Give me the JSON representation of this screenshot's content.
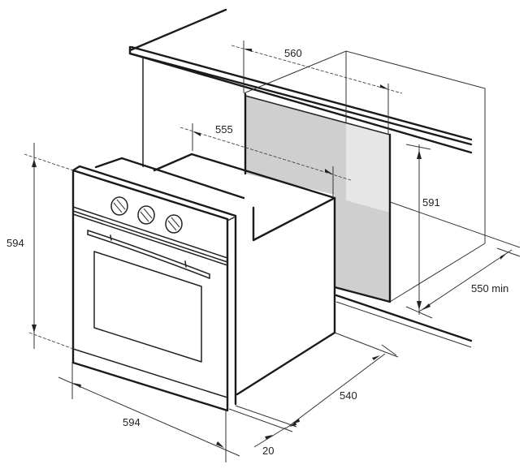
{
  "diagram": {
    "subject": "Built-in oven installation dimensions",
    "colors": {
      "line": "#1a1a1a",
      "panel_dark": "#cfcfcf",
      "panel_light": "#e6e6e6",
      "background": "#ffffff"
    },
    "dimensions": {
      "niche_width": "560",
      "niche_depth_top": "555",
      "niche_height": "591",
      "niche_depth_min": "550 min",
      "oven_height": "594",
      "oven_width": "594",
      "oven_depth": "540",
      "door_thickness": "20"
    },
    "oven": {
      "knob_count": 3
    }
  }
}
